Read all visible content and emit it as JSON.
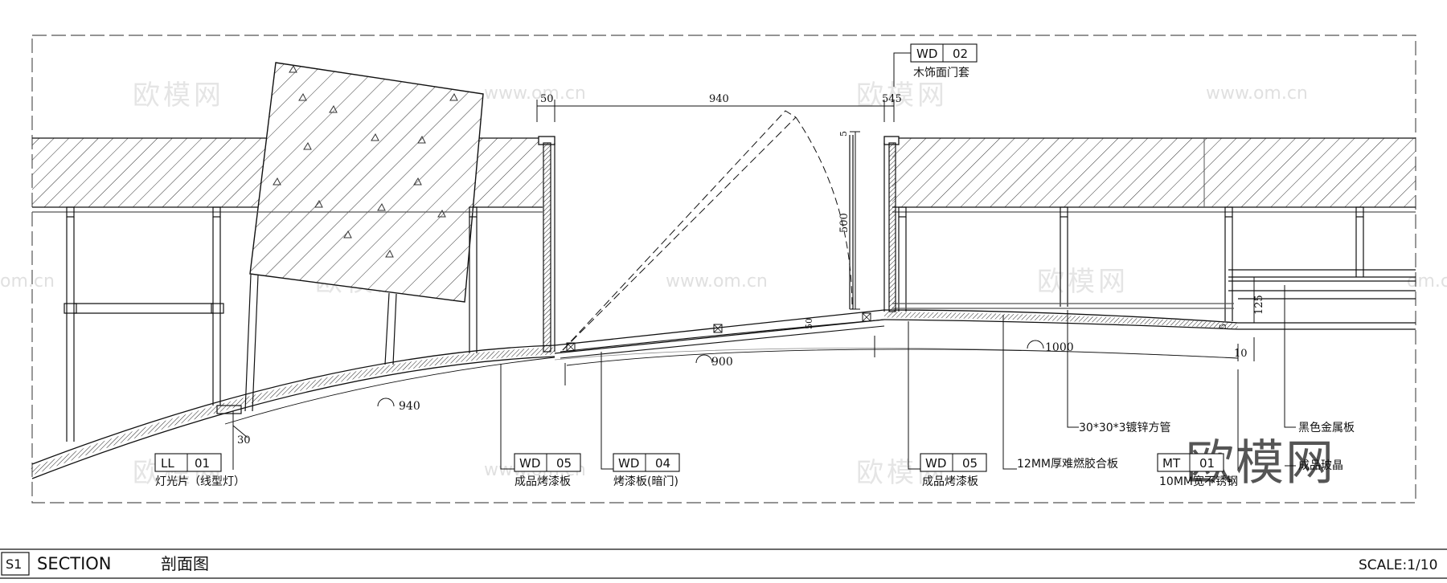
{
  "watermarks": {
    "brand": "欧模网",
    "url": "www.om.cn",
    "url_left_fragment": "om.cn"
  },
  "dimensions": {
    "d50": "50",
    "d940_top": "940",
    "d545": "545",
    "d500": "500",
    "d5_top": "5",
    "d50_small": "50",
    "d125": "125",
    "d5_right": "5",
    "d10": "10",
    "d30": "30",
    "r940": "940",
    "r900": "900",
    "r1000": "1000"
  },
  "tags": {
    "wd02": {
      "code": "WD",
      "num": "02",
      "label": "木饰面门套"
    },
    "ll01": {
      "code": "LL",
      "num": "01",
      "label": "灯光片（线型灯）"
    },
    "wd05a": {
      "code": "WD",
      "num": "05",
      "label": "成品烤漆板"
    },
    "wd04": {
      "code": "WD",
      "num": "04",
      "label": "烤漆板(暗门)"
    },
    "wd05b": {
      "code": "WD",
      "num": "05",
      "label": "成品烤漆板"
    },
    "mt01": {
      "code": "MT",
      "num": "01",
      "label": "10MM宽不锈钢"
    }
  },
  "notes": {
    "plywood": "12MM厚难燃胶合板",
    "tube": "30*30*3镀锌方管",
    "metal": "黑色金属板",
    "glass": "成品玻晶"
  },
  "title_block": {
    "id": "S1",
    "title": "SECTION",
    "title_cn": "剖面图",
    "scale": "SCALE:1/10"
  },
  "colors": {
    "line": "#111111",
    "hatch": "#222222",
    "watermark": "#d0d0d0"
  }
}
